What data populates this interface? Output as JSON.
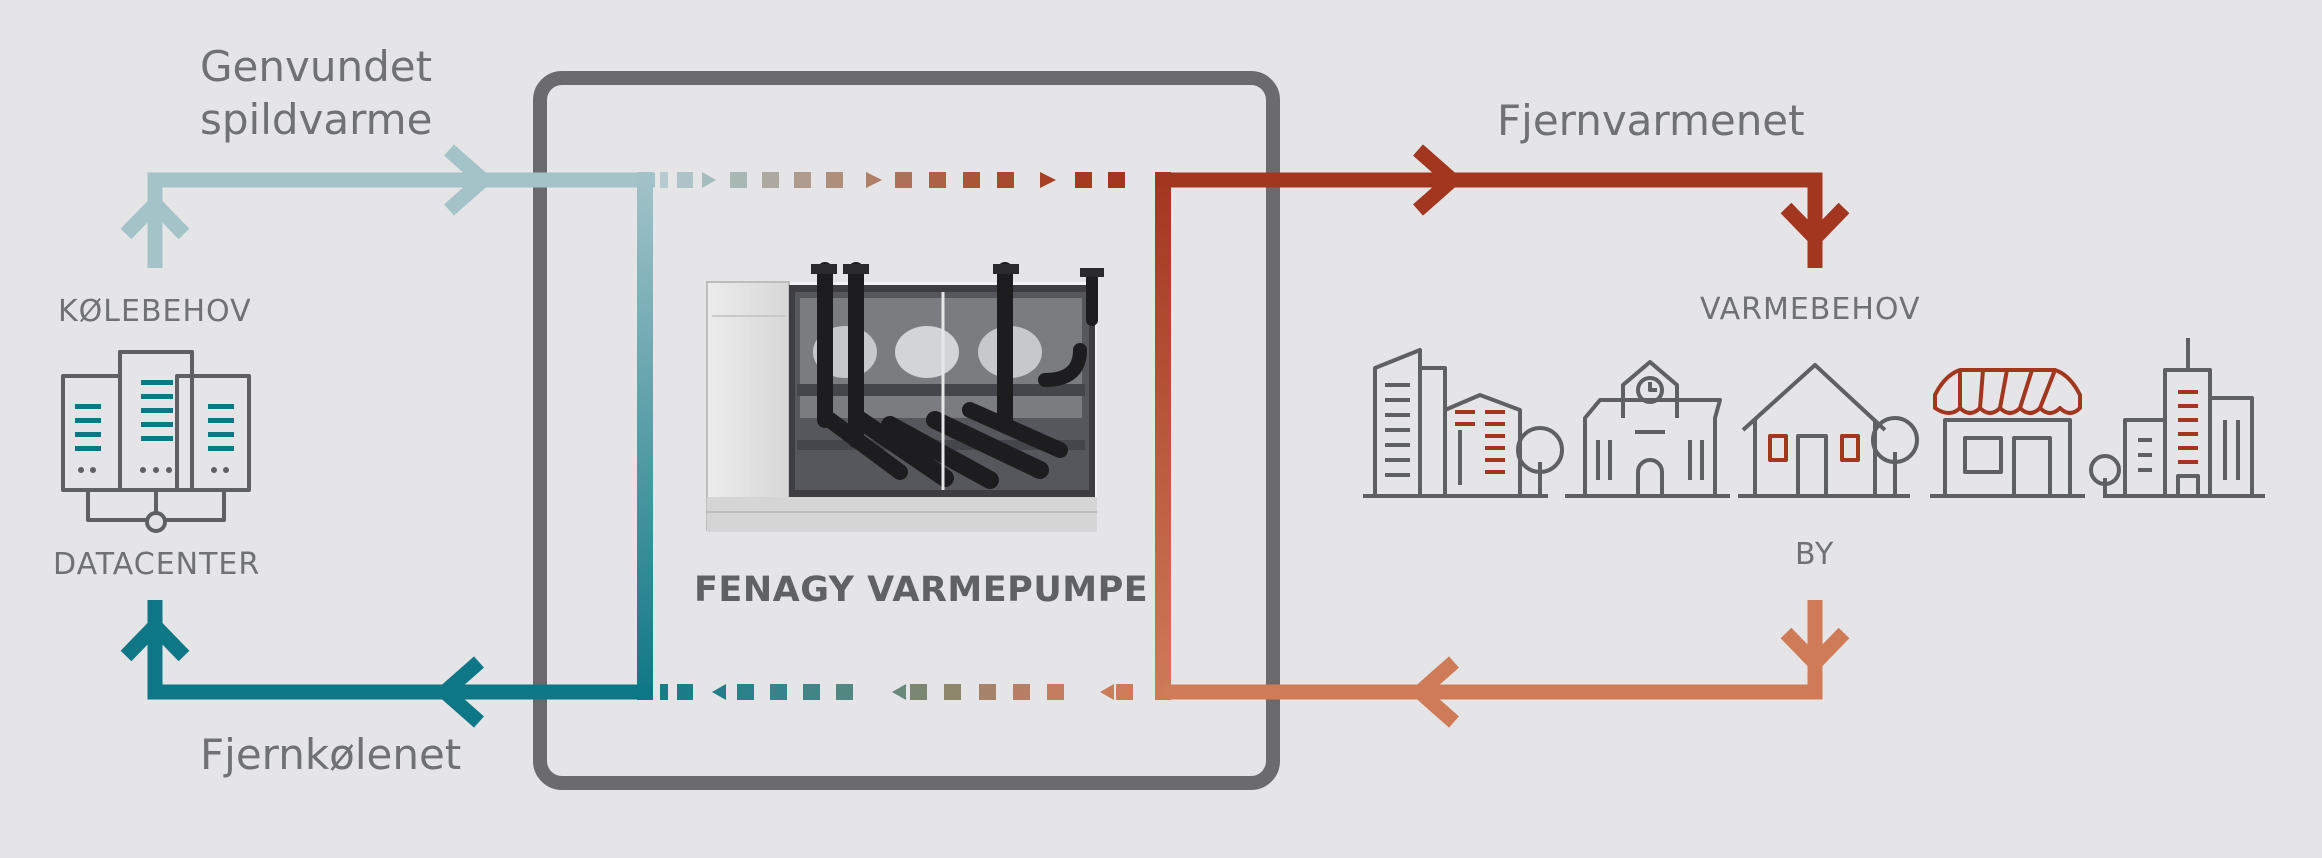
{
  "labels": {
    "recovered_heat_line1": "Genvundet",
    "recovered_heat_line2": "spildvarme",
    "district_heating": "Fjernvarmenet",
    "district_cooling": "Fjernkølenet",
    "cooling_demand": "KØLEBEHOV",
    "datacenter": "DATACENTER",
    "heating_demand": "VARMEBEHOV",
    "city": "BY",
    "heat_pump": "FENAGY VARMEPUMPE"
  },
  "icons": {
    "datacenter": "server-rack-icon",
    "city_buildings": [
      "office-towers-icon",
      "school-icon",
      "house-icon",
      "shop-icon",
      "apartment-building-icon"
    ],
    "heat_pump_image": "heat-pump-unit-image"
  },
  "colors": {
    "background": "#e5e5e7",
    "frame": "#6b6b6d",
    "cool_light": "#a3c3c9",
    "cool_dark": "#0e7785",
    "hot_dark": "#a2361f",
    "hot_light": "#cf7b57",
    "text": "#6f7174"
  }
}
